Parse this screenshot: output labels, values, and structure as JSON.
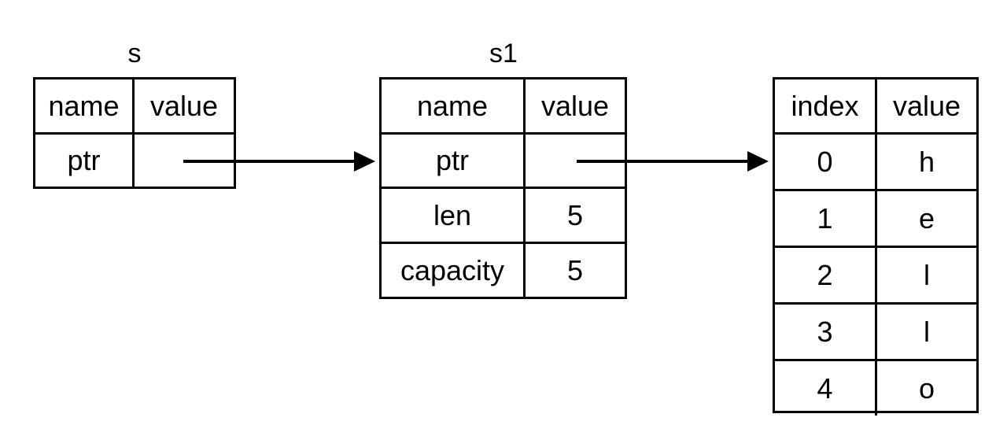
{
  "diagram": {
    "title_s": "s",
    "title_s1": "s1",
    "tables": [
      {
        "id": "s",
        "caption": "s",
        "headers": [
          "name",
          "value"
        ],
        "rows": [
          {
            "name": "ptr",
            "value": ""
          }
        ]
      },
      {
        "id": "s1",
        "caption": "s1",
        "headers": [
          "name",
          "value"
        ],
        "rows": [
          {
            "name": "ptr",
            "value": ""
          },
          {
            "name": "len",
            "value": "5"
          },
          {
            "name": "capacity",
            "value": "5"
          }
        ]
      },
      {
        "id": "buffer",
        "caption": "",
        "headers": [
          "index",
          "value"
        ],
        "rows": [
          {
            "name": "0",
            "value": "h"
          },
          {
            "name": "1",
            "value": "e"
          },
          {
            "name": "2",
            "value": "l"
          },
          {
            "name": "3",
            "value": "l"
          },
          {
            "name": "4",
            "value": "o"
          }
        ]
      }
    ],
    "arrows": [
      {
        "id": "s-ptr-to-s1",
        "from": "s.ptr.value",
        "to": "s1"
      },
      {
        "id": "s1-ptr-to-buffer",
        "from": "s1.ptr.value",
        "to": "buffer"
      }
    ],
    "colors": {
      "stroke": "#000000",
      "background": "#ffffff",
      "text": "#000000"
    }
  }
}
